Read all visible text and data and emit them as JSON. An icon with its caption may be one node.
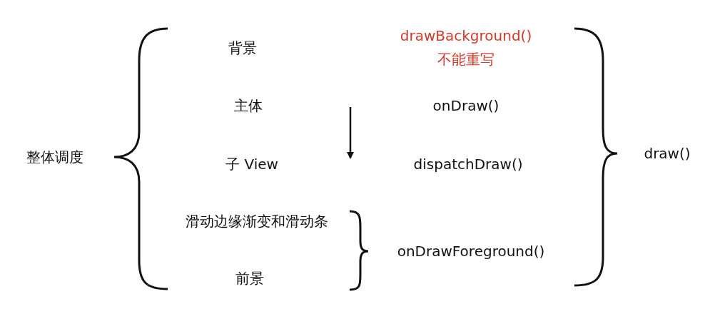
{
  "diagram": {
    "labels": [
      "背景",
      "drawBackground()",
      "不能重写",
      "主体",
      "onDraw()",
      "整体调度",
      "子 View",
      "dispatchDraw()",
      "draw()",
      "滑动边缘渐变和滑动条",
      "onDrawForeground()",
      "前景"
    ]
  }
}
